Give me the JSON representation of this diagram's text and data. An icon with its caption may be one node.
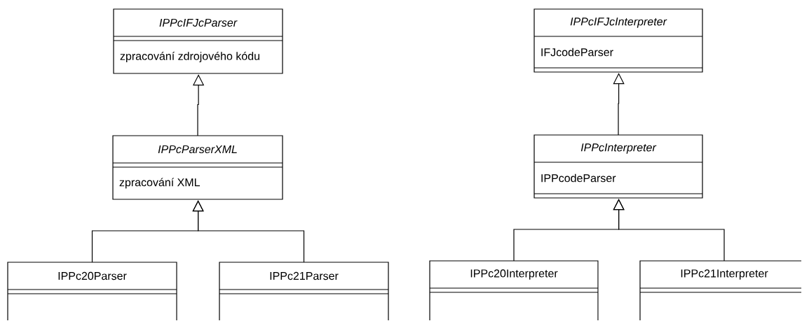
{
  "diagram": {
    "nodes": [
      {
        "text": [
          "IPPcIFJcParser",
          "zpracování zdrojového kódu"
        ]
      },
      {
        "text": [
          "IPPcParserXML",
          "zpracování XML"
        ]
      },
      {
        "text": [
          "IPPc20Parser"
        ]
      },
      {
        "text": [
          "IPPc21Parser"
        ]
      },
      {
        "text": [
          "IPPcIFJcInterpreter",
          "IFJcodeParser"
        ]
      },
      {
        "text": [
          "IPPcInterpreter",
          "IPPcodeParser"
        ]
      },
      {
        "text": [
          "IPPc20Interpreter"
        ]
      },
      {
        "text": [
          "IPPc21Interpreter"
        ]
      }
    ],
    "edges": [
      {
        "from": 1,
        "to": 0,
        "arrow": "to"
      },
      {
        "from": 2,
        "to": 1,
        "arrow": "to"
      },
      {
        "from": 3,
        "to": 1,
        "arrow": "to"
      },
      {
        "from": 5,
        "to": 4,
        "arrow": "to"
      },
      {
        "from": 6,
        "to": 5,
        "arrow": "to"
      },
      {
        "from": 7,
        "to": 5,
        "arrow": "to"
      }
    ]
  }
}
